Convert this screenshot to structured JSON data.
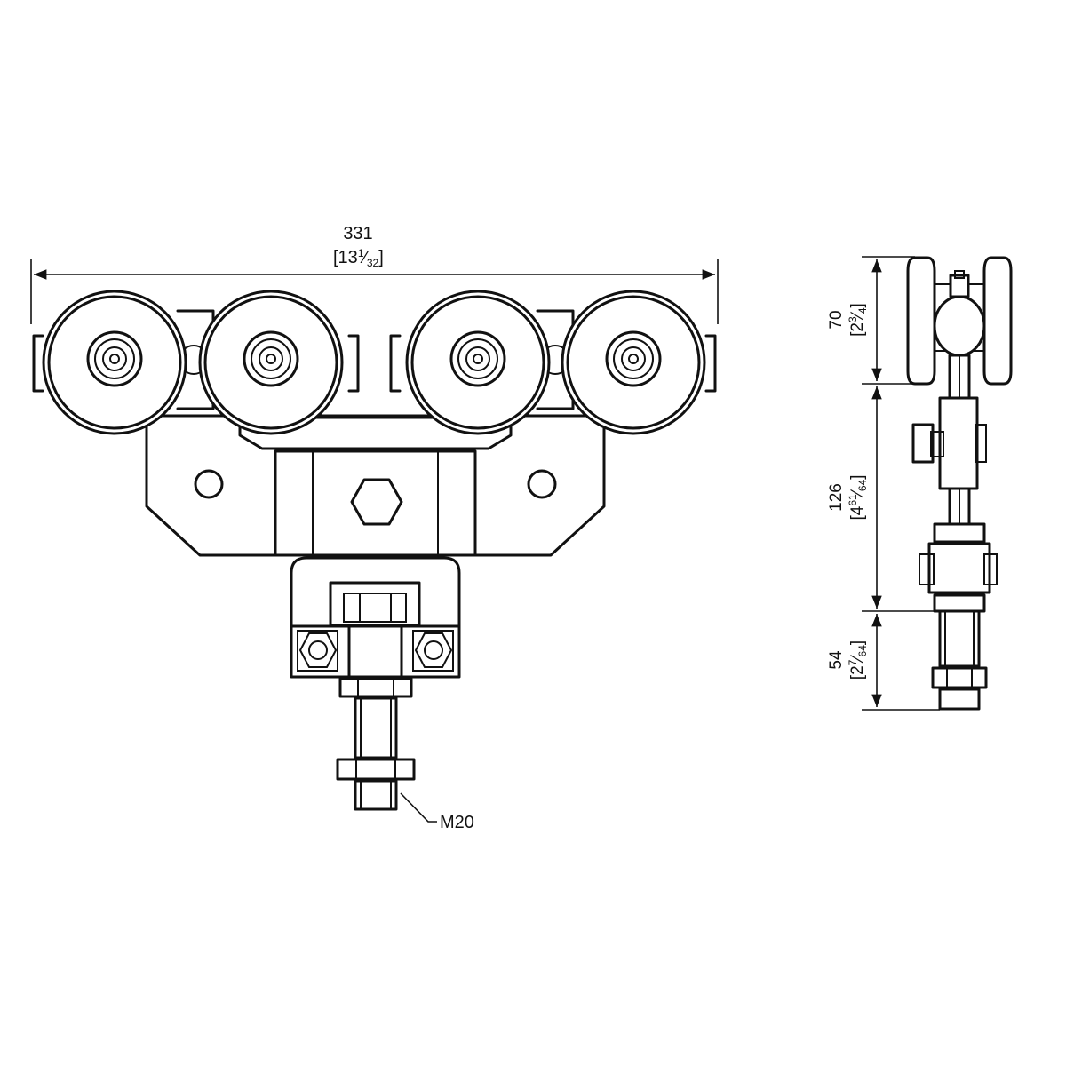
{
  "drawing": {
    "front_view": {
      "width_dimension": {
        "mm": "331",
        "inch": "[13",
        "inch_num": "1",
        "inch_den": "32",
        "inch_close": "]"
      },
      "thread_callout": "M20"
    },
    "side_view": {
      "height_top": {
        "mm": "70",
        "inch_open": "[2",
        "inch_num": "3",
        "inch_den": "4",
        "inch_close": "]"
      },
      "height_middle": {
        "mm": "126",
        "inch_open": "[4",
        "inch_num": "61",
        "inch_den": "64",
        "inch_close": "]"
      },
      "height_bottom": {
        "mm": "54",
        "inch_open": "[2",
        "inch_num": "7",
        "inch_den": "64",
        "inch_close": "]"
      }
    }
  }
}
